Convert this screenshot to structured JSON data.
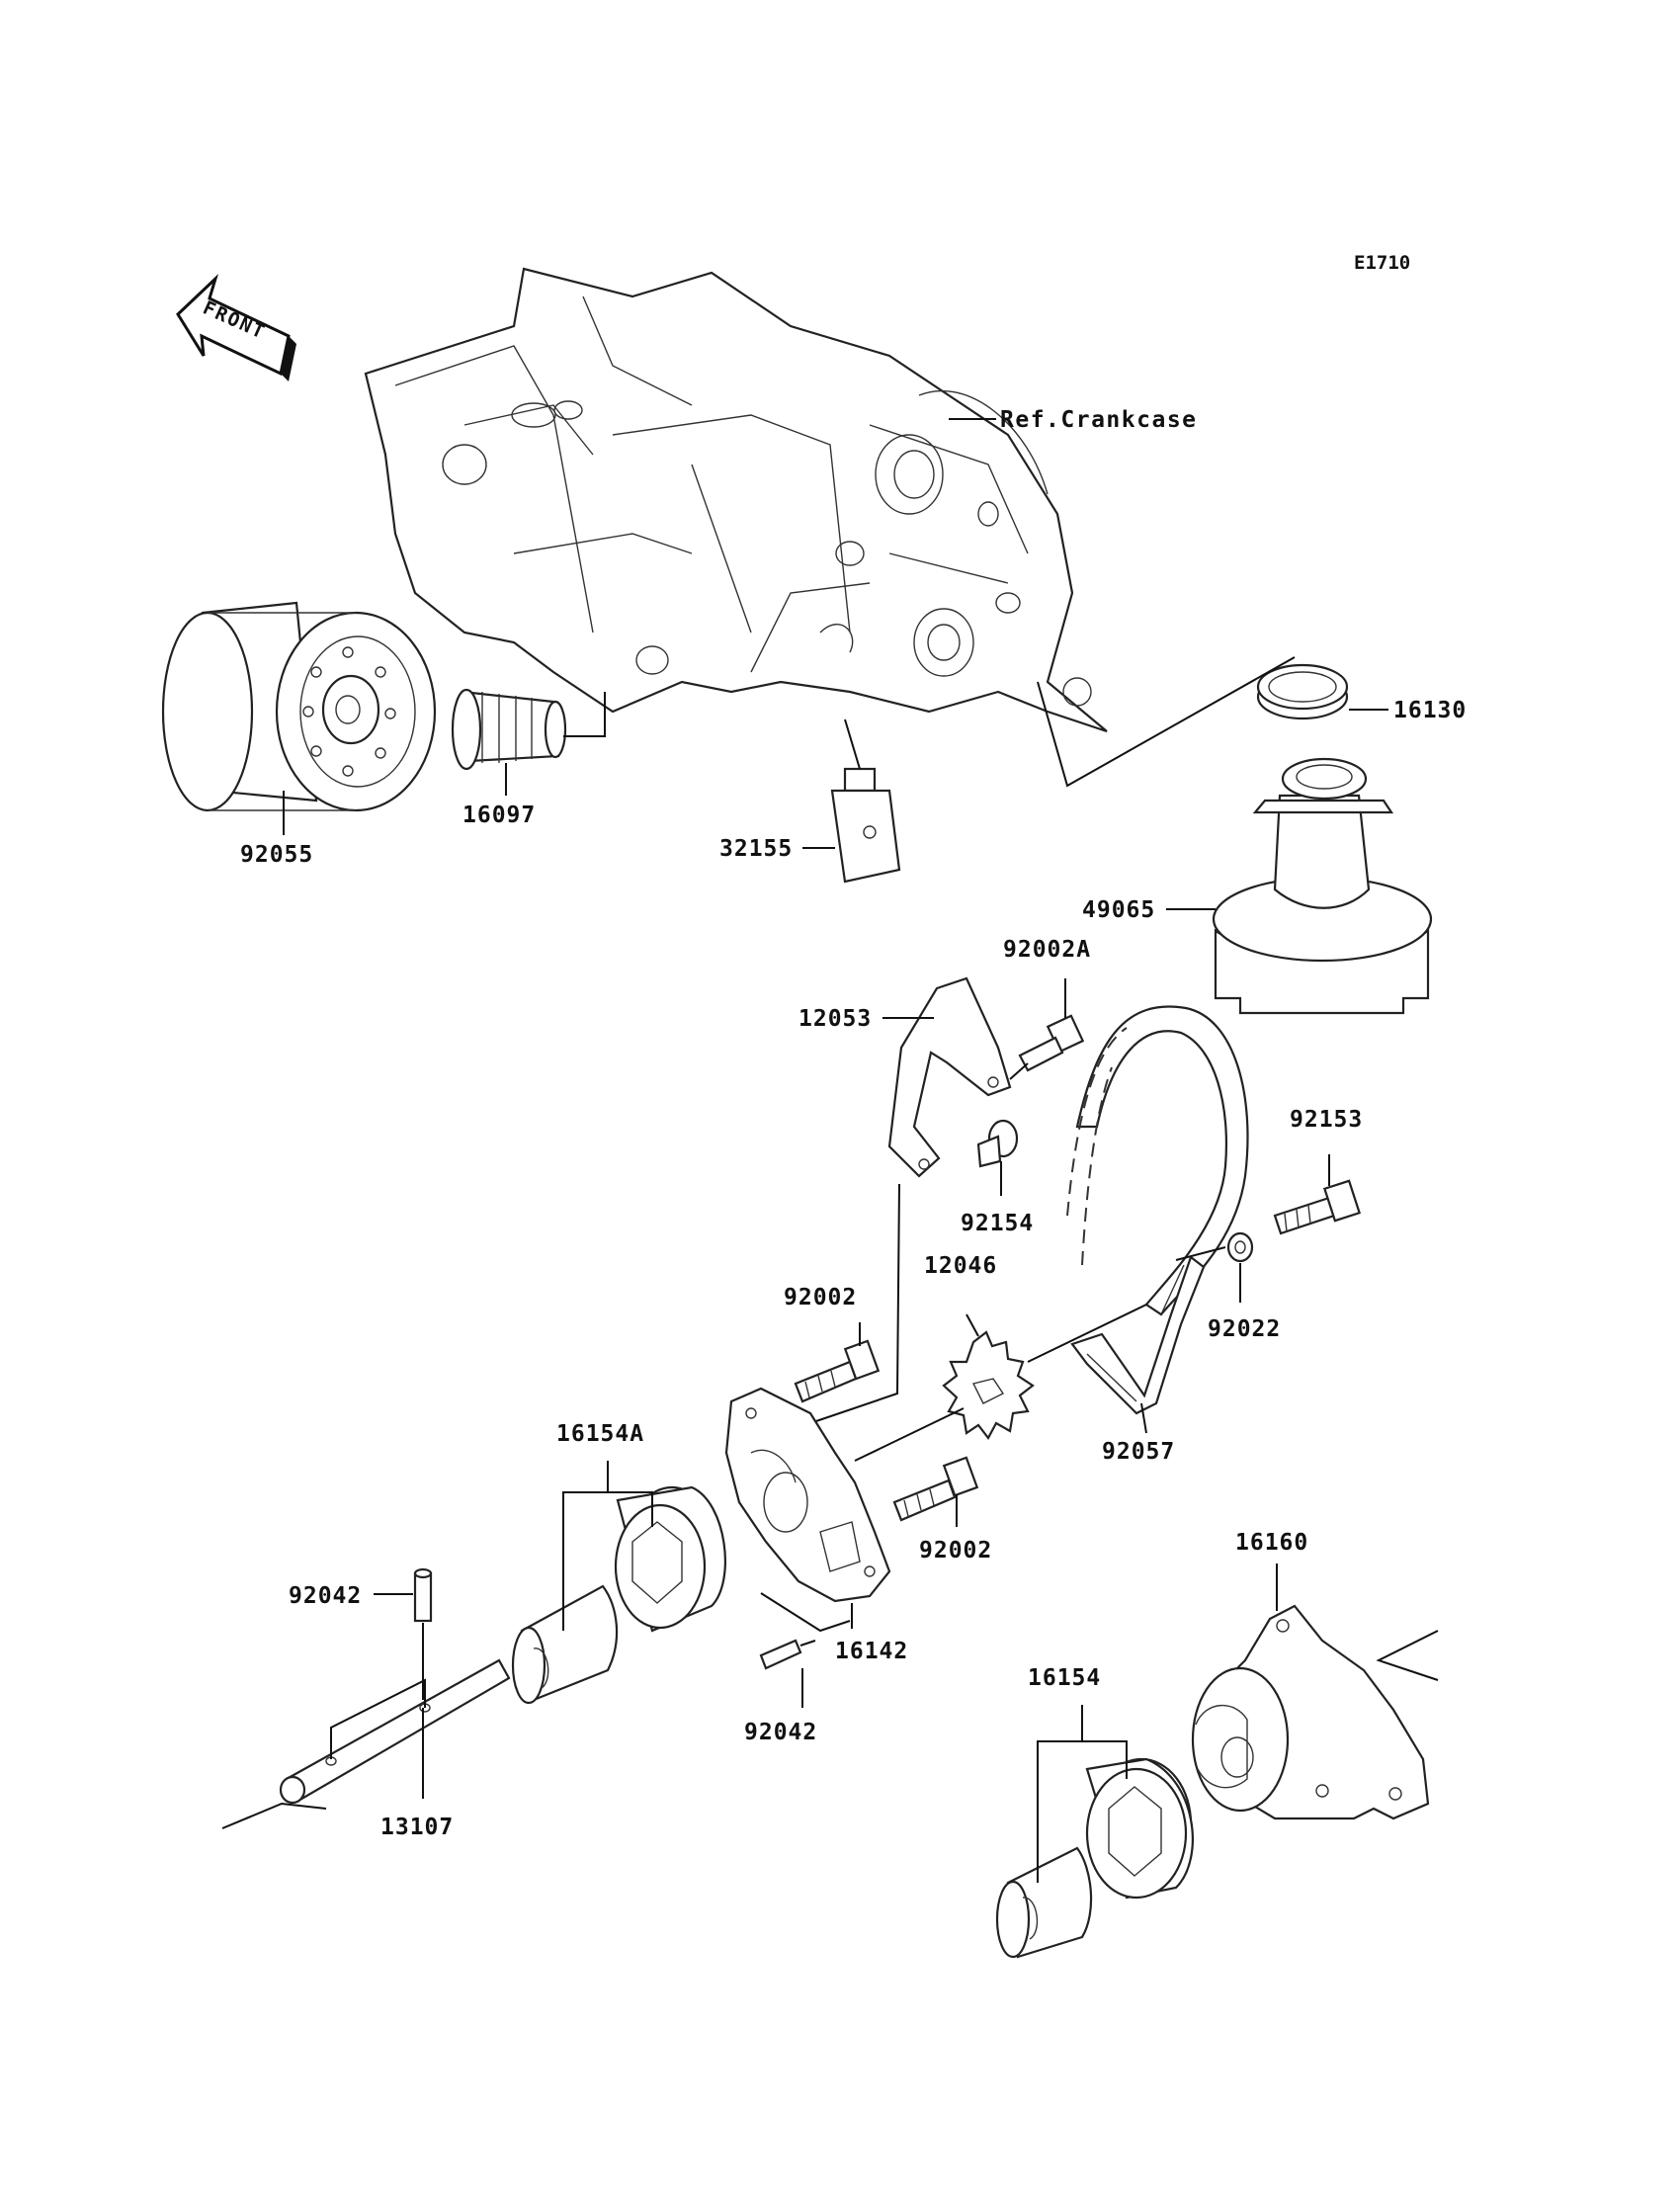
{
  "diagram": {
    "code": "E1710",
    "front_label": "FRONT",
    "ref_label": "Ref.Crankcase",
    "parts": [
      {
        "id": "92055",
        "label": "92055"
      },
      {
        "id": "16097",
        "label": "16097"
      },
      {
        "id": "32155",
        "label": "32155"
      },
      {
        "id": "16130",
        "label": "16130"
      },
      {
        "id": "49065",
        "label": "49065"
      },
      {
        "id": "92002A",
        "label": "92002A"
      },
      {
        "id": "12053",
        "label": "12053"
      },
      {
        "id": "92153",
        "label": "92153"
      },
      {
        "id": "92154",
        "label": "92154"
      },
      {
        "id": "12046",
        "label": "12046"
      },
      {
        "id": "92002-upper",
        "label": "92002"
      },
      {
        "id": "92022",
        "label": "92022"
      },
      {
        "id": "16154A",
        "label": "16154A"
      },
      {
        "id": "92057",
        "label": "92057"
      },
      {
        "id": "92002-lower",
        "label": "92002"
      },
      {
        "id": "16160",
        "label": "16160"
      },
      {
        "id": "92042-upper",
        "label": "92042"
      },
      {
        "id": "16142",
        "label": "16142"
      },
      {
        "id": "16154",
        "label": "16154"
      },
      {
        "id": "92042-lower",
        "label": "92042"
      },
      {
        "id": "13107",
        "label": "13107"
      }
    ]
  }
}
